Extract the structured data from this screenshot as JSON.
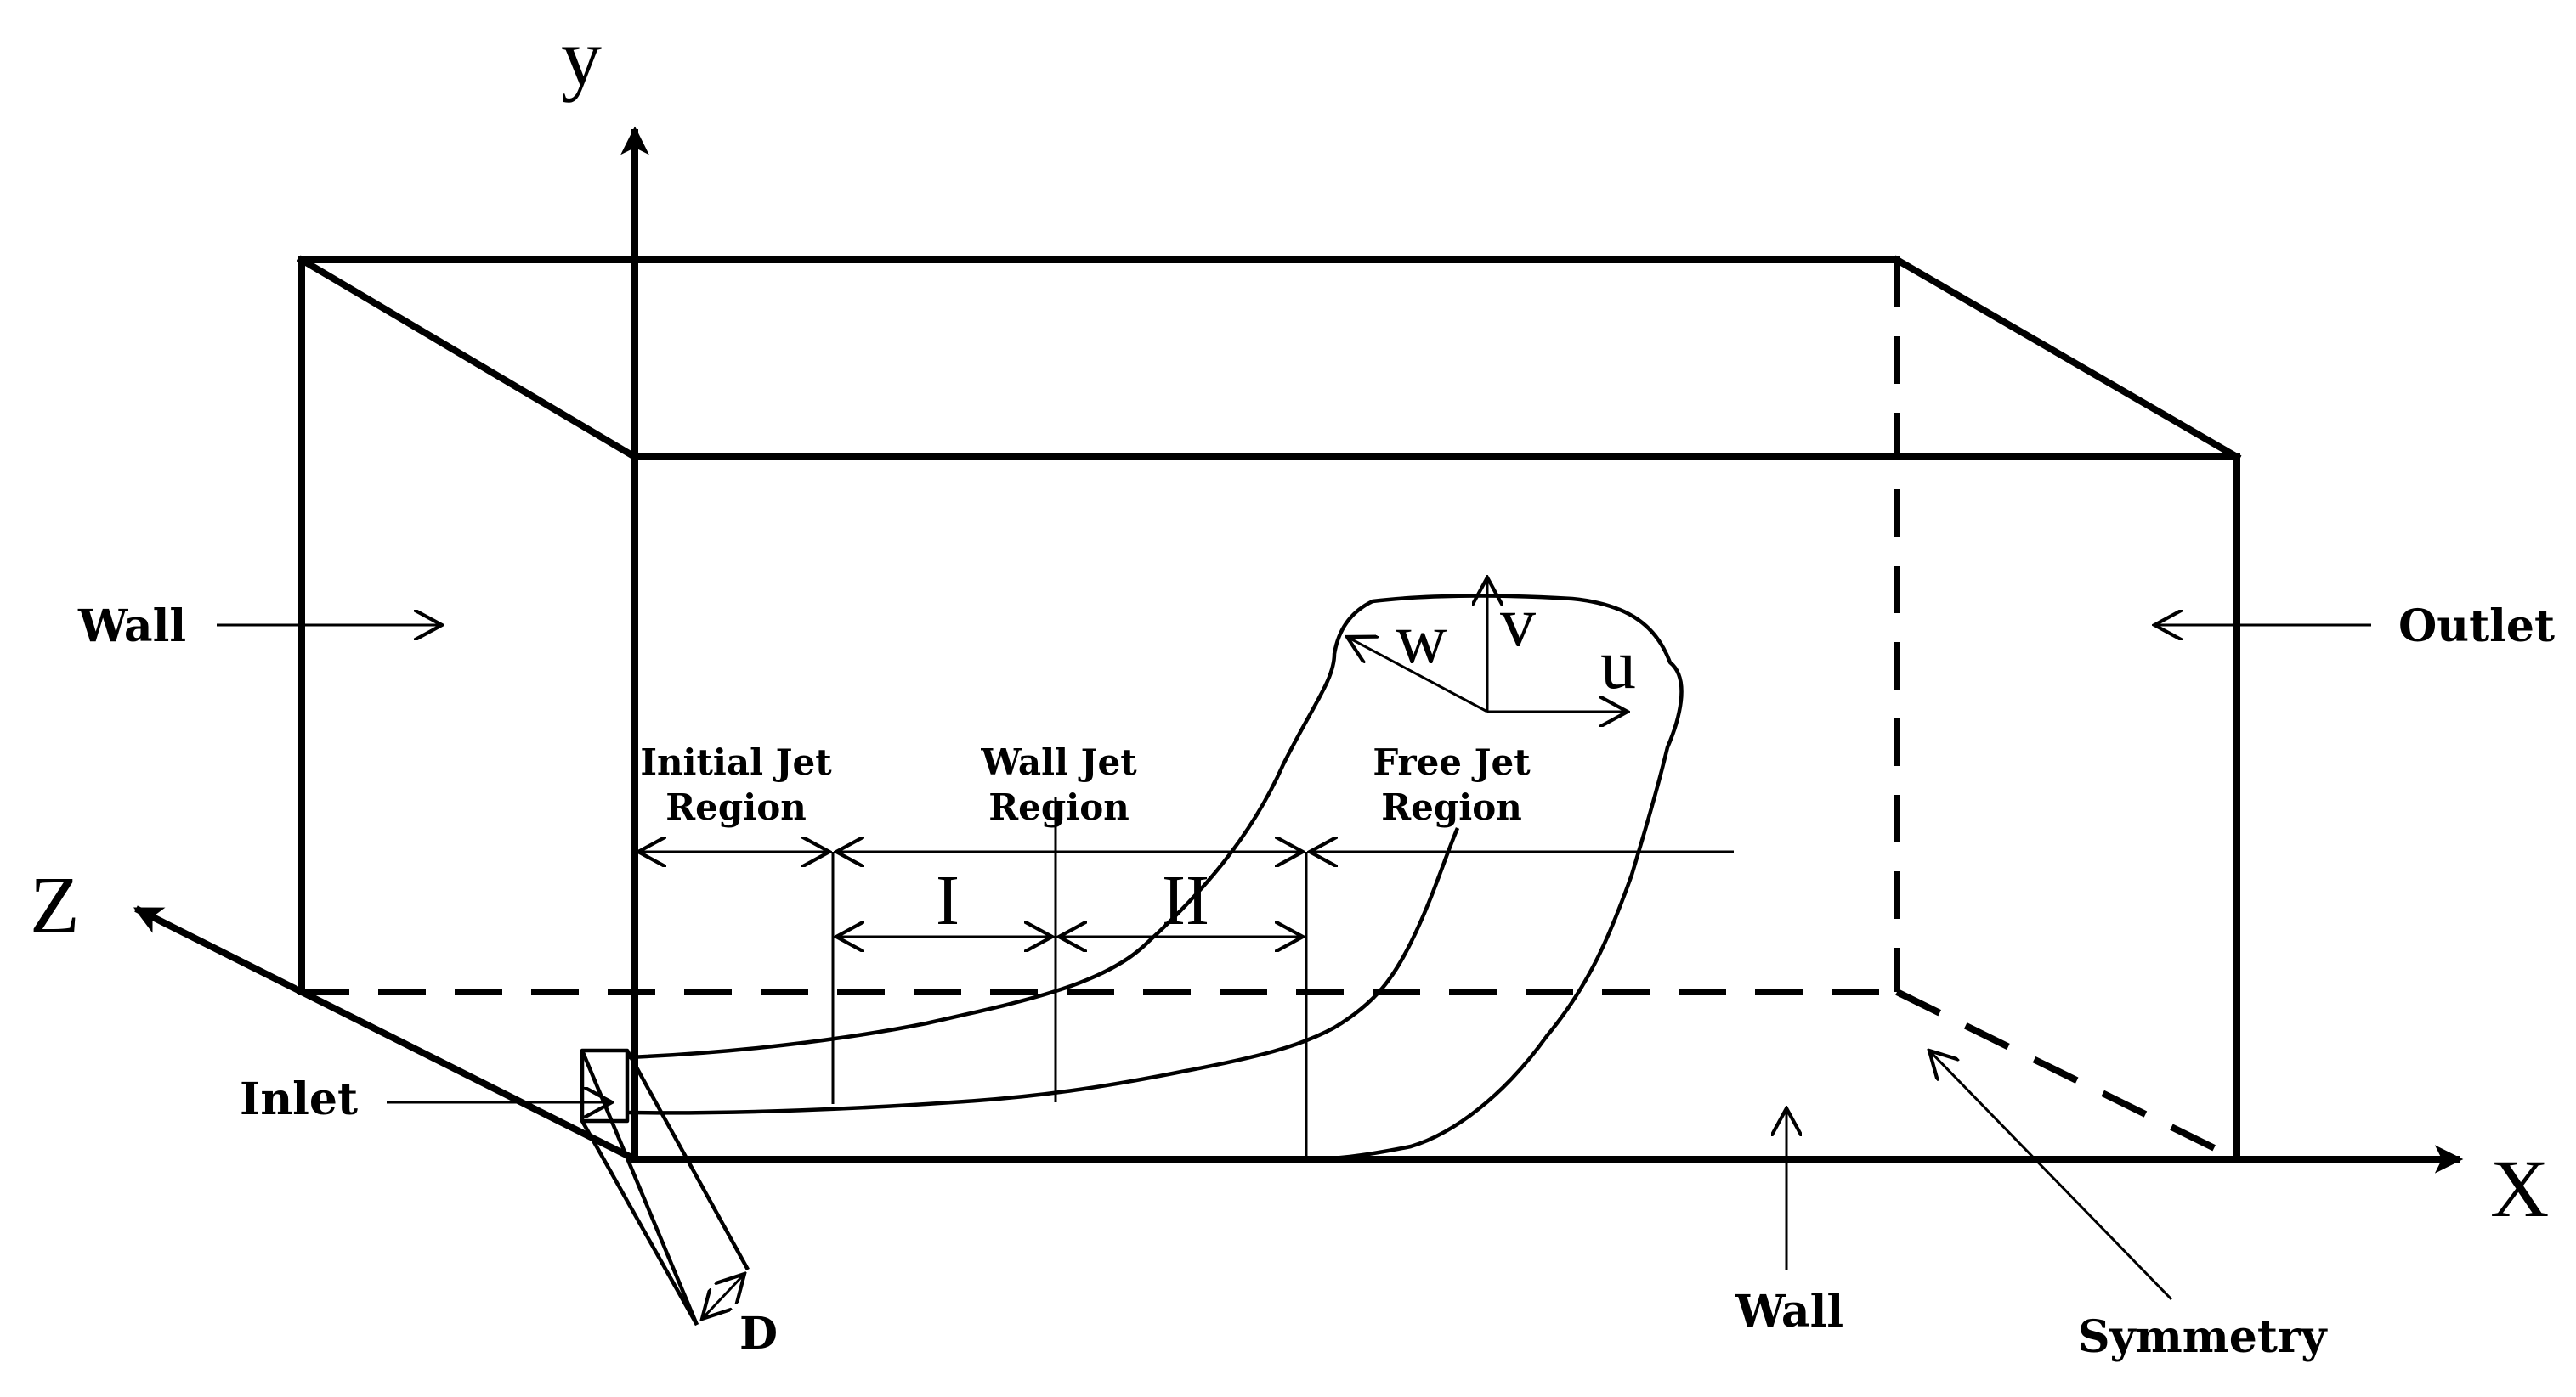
{
  "axes": {
    "x": "X",
    "y": "y",
    "z": "Z"
  },
  "velocity": {
    "u": "u",
    "v": "v",
    "w": "w"
  },
  "boundaries": {
    "wall_left": "Wall",
    "wall_bottom": "Wall",
    "outlet": "Outlet",
    "inlet": "Inlet",
    "symmetry": "Symmetry",
    "diameter": "D"
  },
  "regions": {
    "initial": [
      "Initial Jet",
      "Region"
    ],
    "wall": [
      "Wall Jet",
      "Region"
    ],
    "free": [
      "Free Jet",
      "Region"
    ],
    "sub_one": "I",
    "sub_two": "II"
  }
}
